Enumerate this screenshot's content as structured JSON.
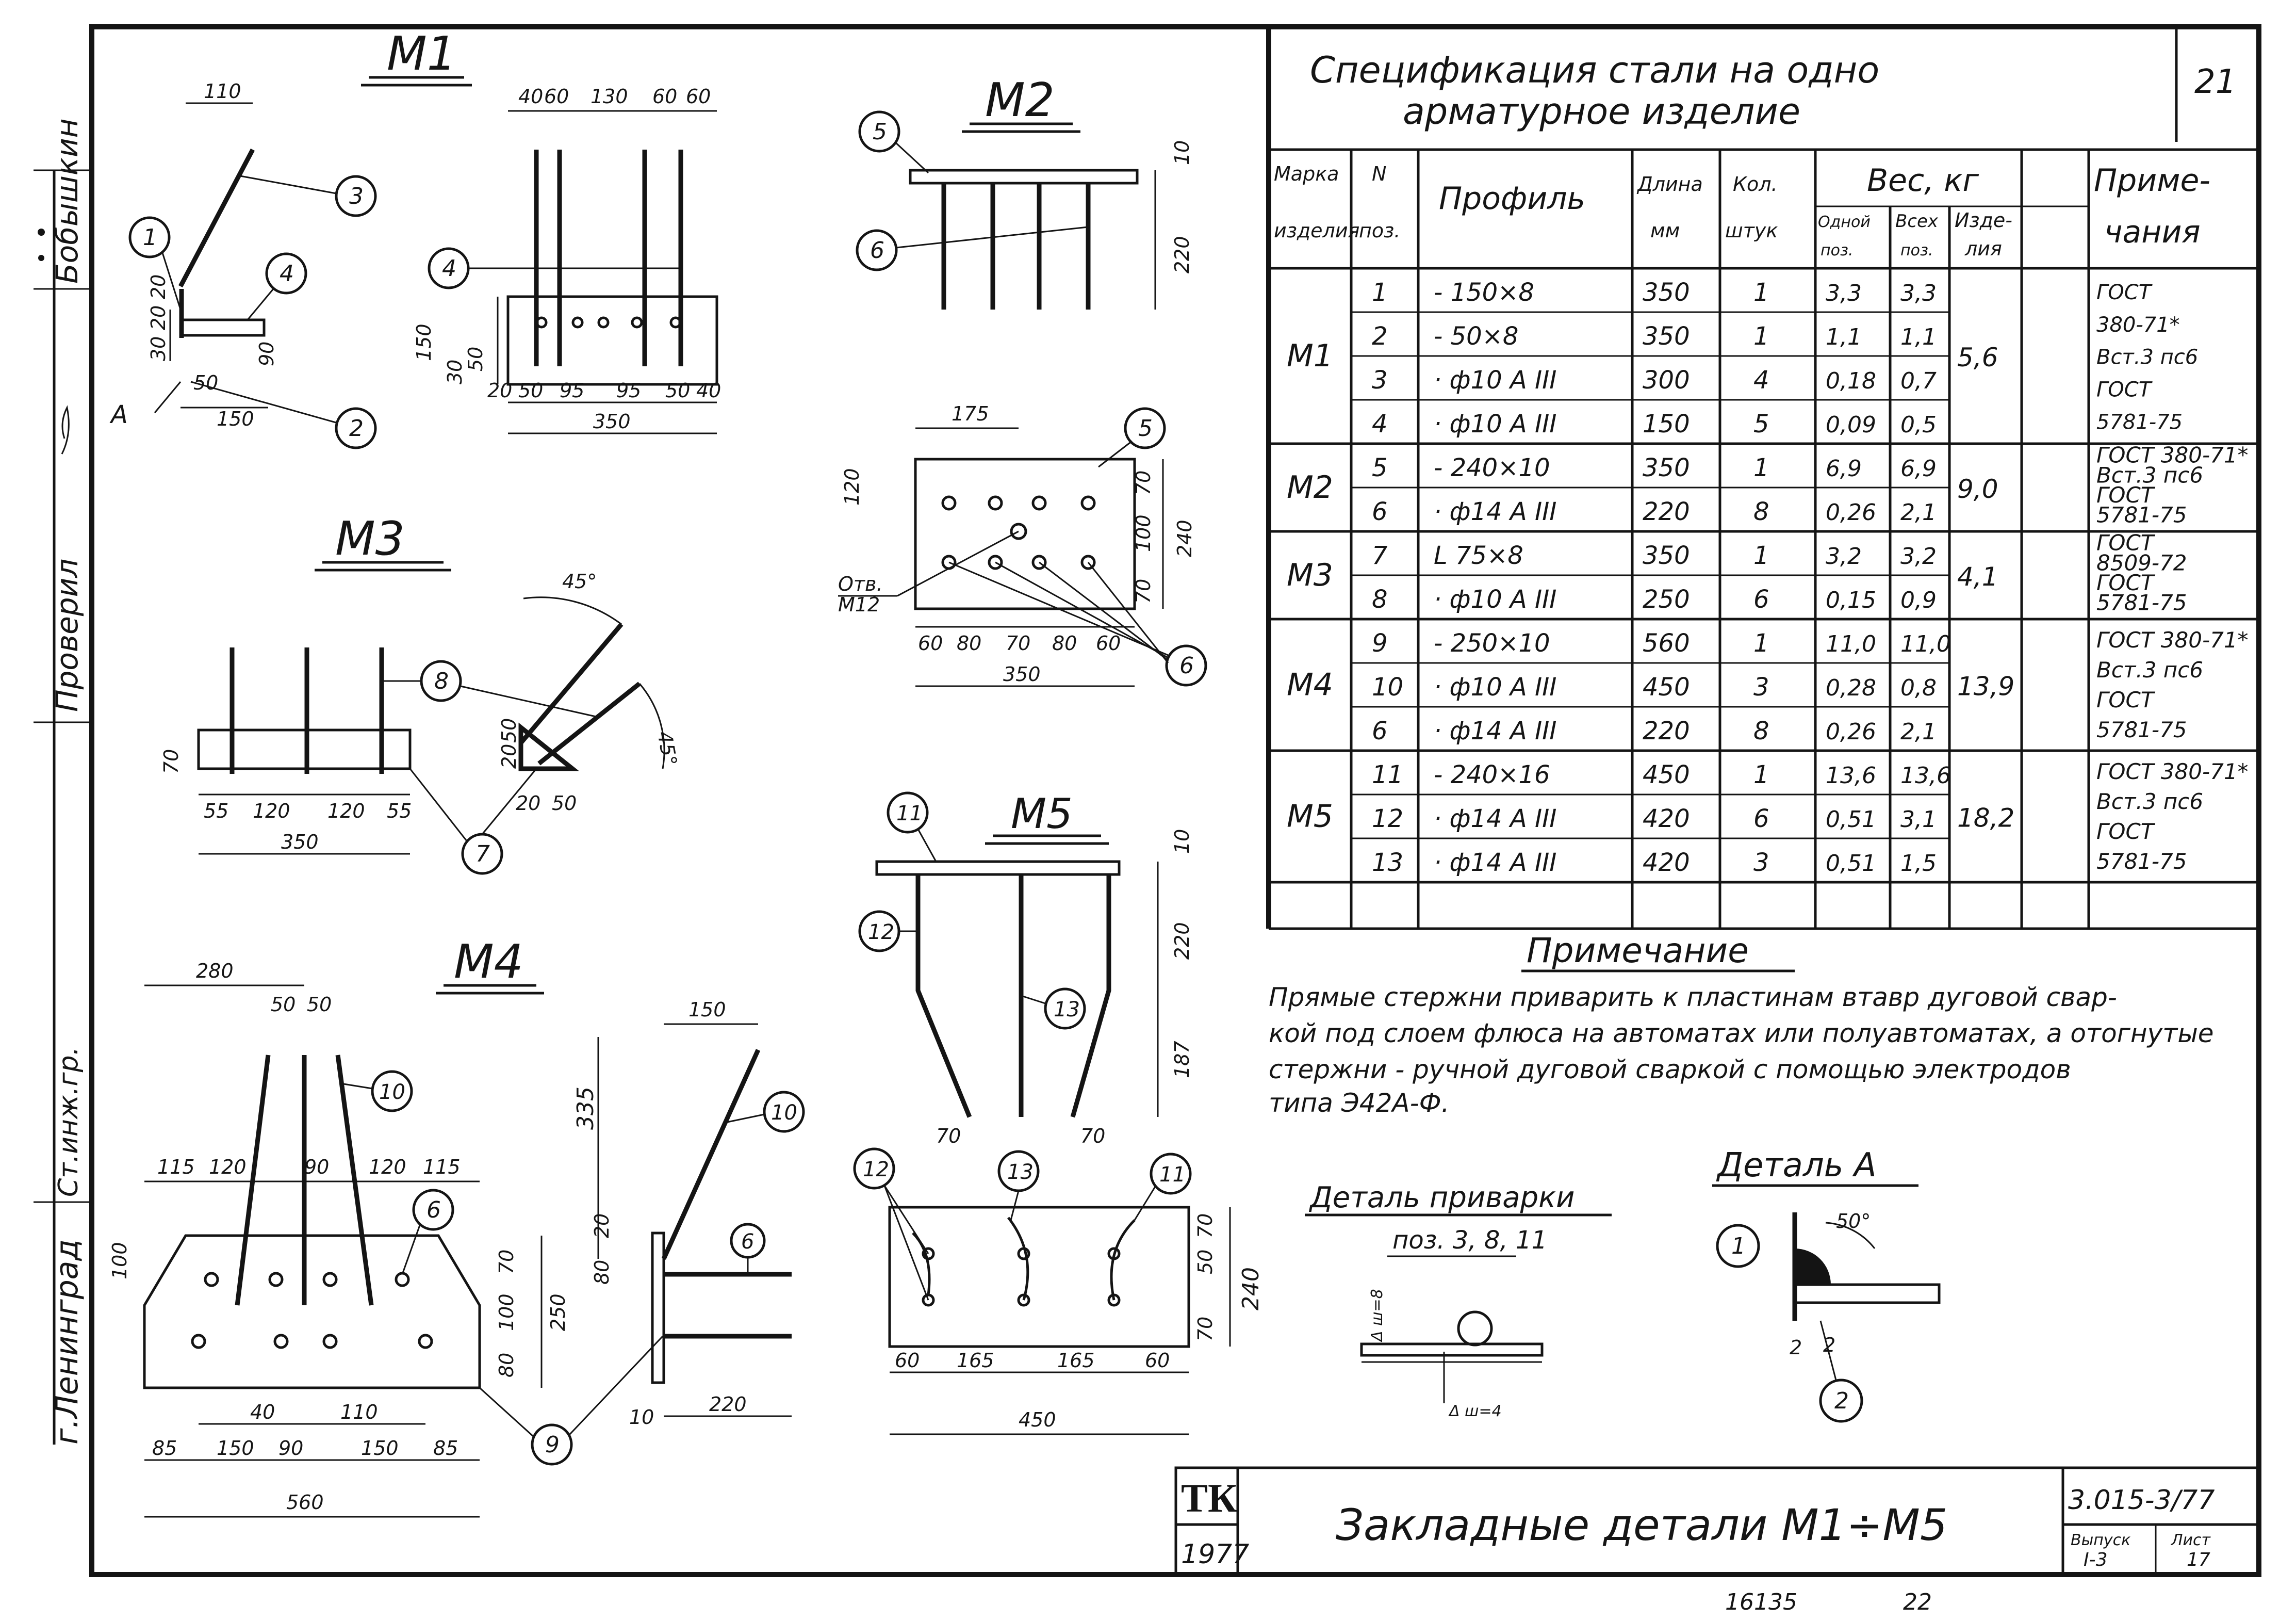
{
  "sheet": {
    "page_number": "21",
    "side_labels": [
      "Бобышкин",
      "Проверил",
      "Ст.инж.гр.",
      "г.Ленинград"
    ],
    "bottom_numbers": [
      "16135",
      "22"
    ]
  },
  "views": {
    "m1": {
      "title": "M1",
      "dims": [
        "110",
        "40",
        "60",
        "130",
        "60",
        "60",
        "20",
        "20",
        "30",
        "150",
        "90",
        "50",
        "150",
        "30",
        "50",
        "20",
        "50",
        "95",
        "95",
        "50",
        "40",
        "350",
        "A"
      ],
      "callouts": [
        "1",
        "2",
        "3",
        "4",
        "4"
      ]
    },
    "m2": {
      "title": "M2",
      "dims": [
        "10",
        "220",
        "175",
        "120",
        "70",
        "100",
        "240",
        "70",
        "Отв.",
        "М12",
        "60",
        "80",
        "70",
        "80",
        "60",
        "350"
      ],
      "callouts": [
        "5",
        "6",
        "5",
        "6"
      ]
    },
    "m3": {
      "title": "M3",
      "dims": [
        "45°",
        "45°",
        "70",
        "20",
        "50",
        "55",
        "120",
        "120",
        "55",
        "350",
        "20",
        "50"
      ],
      "callouts": [
        "8",
        "7"
      ]
    },
    "m4": {
      "title": "M4",
      "dims": [
        "280",
        "50",
        "50",
        "115",
        "120",
        "90",
        "120",
        "115",
        "100",
        "70",
        "100",
        "250",
        "80",
        "40",
        "110",
        "85",
        "150",
        "90",
        "150",
        "85",
        "560",
        "150",
        "335",
        "20",
        "80",
        "10",
        "220"
      ],
      "callouts": [
        "10",
        "6",
        "9",
        "10",
        "6"
      ]
    },
    "m5": {
      "title": "M5",
      "dims": [
        "10",
        "220",
        "187",
        "70",
        "70",
        "70",
        "50",
        "70",
        "240",
        "60",
        "165",
        "165",
        "60",
        "450"
      ],
      "callouts": [
        "11",
        "12",
        "13",
        "12",
        "13",
        "11"
      ]
    },
    "weld_detail": {
      "title": "Деталь приварки",
      "subtitle": "поз. 3, 8, 11",
      "dims": [
        "Δ ш=8",
        "Δ ш=4"
      ]
    },
    "detail_a": {
      "title": "Деталь А",
      "dims": [
        "50°",
        "2",
        "2"
      ],
      "callouts": [
        "1",
        "2"
      ]
    }
  },
  "spec": {
    "title_line1": "Спецификация стали на одно",
    "title_line2": "арматурное изделие",
    "headers": {
      "mark": [
        "Марка",
        "изделия"
      ],
      "pos": [
        "N",
        "поз."
      ],
      "profile": "Профиль",
      "length": [
        "Длина",
        "мм"
      ],
      "qty": [
        "Кол.",
        "штук"
      ],
      "weight": "Вес, кг",
      "w_one": [
        "Одной",
        "поз."
      ],
      "w_all": [
        "Всех",
        "поз."
      ],
      "w_item": [
        "Изде-",
        "лия"
      ],
      "note": [
        "Приме-",
        "чания"
      ]
    },
    "groups": [
      {
        "mark": "M1",
        "item_weight": "5,6",
        "rows": [
          {
            "pos": "1",
            "profile": "- 150×8",
            "length": "350",
            "qty": "1",
            "one": "3,3",
            "all": "3,3"
          },
          {
            "pos": "2",
            "profile": "- 50×8",
            "length": "350",
            "qty": "1",
            "one": "1,1",
            "all": "1,1"
          },
          {
            "pos": "3",
            "profile": "· ф10 А III",
            "length": "300",
            "qty": "4",
            "one": "0,18",
            "all": "0,7"
          },
          {
            "pos": "4",
            "profile": "· ф10 А III",
            "length": "150",
            "qty": "5",
            "one": "0,09",
            "all": "0,5"
          }
        ],
        "notes": [
          "ГОСТ",
          "380-71*",
          "Вст.3 пс6",
          "ГОСТ",
          "5781-75"
        ]
      },
      {
        "mark": "M2",
        "item_weight": "9,0",
        "rows": [
          {
            "pos": "5",
            "profile": "- 240×10",
            "length": "350",
            "qty": "1",
            "one": "6,9",
            "all": "6,9"
          },
          {
            "pos": "6",
            "profile": "· ф14 А III",
            "length": "220",
            "qty": "8",
            "one": "0,26",
            "all": "2,1"
          }
        ],
        "notes": [
          "ГОСТ 380-71*",
          "Вст.3 пс6",
          "ГОСТ",
          "5781-75"
        ]
      },
      {
        "mark": "M3",
        "item_weight": "4,1",
        "rows": [
          {
            "pos": "7",
            "profile": "L 75×8",
            "length": "350",
            "qty": "1",
            "one": "3,2",
            "all": "3,2"
          },
          {
            "pos": "8",
            "profile": "· ф10 А III",
            "length": "250",
            "qty": "6",
            "one": "0,15",
            "all": "0,9"
          }
        ],
        "notes": [
          "ГОСТ",
          "8509-72",
          "ГОСТ",
          "5781-75"
        ]
      },
      {
        "mark": "M4",
        "item_weight": "13,9",
        "rows": [
          {
            "pos": "9",
            "profile": "- 250×10",
            "length": "560",
            "qty": "1",
            "one": "11,0",
            "all": "11,0"
          },
          {
            "pos": "10",
            "profile": "· ф10 А III",
            "length": "450",
            "qty": "3",
            "one": "0,28",
            "all": "0,8"
          },
          {
            "pos": "6",
            "profile": "· ф14 А III",
            "length": "220",
            "qty": "8",
            "one": "0,26",
            "all": "2,1"
          }
        ],
        "notes": [
          "ГОСТ 380-71*",
          "Вст.3 пс6",
          "ГОСТ",
          "5781-75"
        ]
      },
      {
        "mark": "M5",
        "item_weight": "18,2",
        "rows": [
          {
            "pos": "11",
            "profile": "- 240×16",
            "length": "450",
            "qty": "1",
            "one": "13,6",
            "all": "13,6"
          },
          {
            "pos": "12",
            "profile": "· ф14 А III",
            "length": "420",
            "qty": "6",
            "one": "0,51",
            "all": "3,1"
          },
          {
            "pos": "13",
            "profile": "· ф14 А III",
            "length": "420",
            "qty": "3",
            "one": "0,51",
            "all": "1,5"
          }
        ],
        "notes": [
          "ГОСТ 380-71*",
          "Вст.3 пс6",
          "ГОСТ",
          "5781-75"
        ]
      }
    ]
  },
  "note": {
    "title": "Примечание",
    "lines": [
      "Прямые стержни приварить к пластинам втавр дуговой свар-",
      "кой под слоем флюса на автоматах или полуавтоматах, а отогнутые",
      "стержни - ручной дуговой сваркой с помощью электродов",
      "типа Э42А-Ф."
    ]
  },
  "title_block": {
    "org": "ТК",
    "year": "1977",
    "title": "Закладные детали М1÷М5",
    "code": "3.015-3/77",
    "issue_label": "Выпуск",
    "issue": "I-3",
    "sheet_label": "Лист",
    "sheet": "17"
  }
}
